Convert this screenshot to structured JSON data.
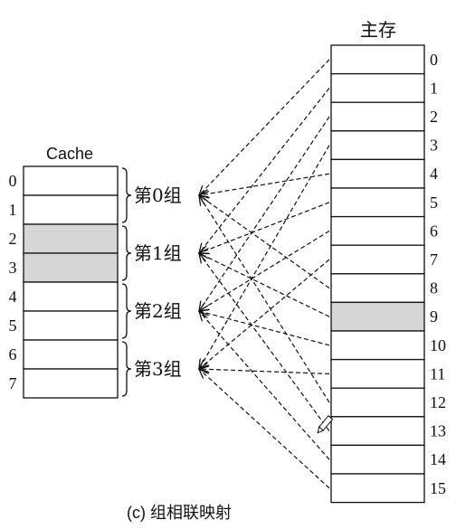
{
  "cache": {
    "title": "Cache",
    "row_labels": [
      "0",
      "1",
      "2",
      "3",
      "4",
      "5",
      "6",
      "7"
    ],
    "highlighted_rows": [
      2,
      3
    ]
  },
  "groups": [
    "第0组",
    "第1组",
    "第2组",
    "第3组"
  ],
  "memory": {
    "title": "主存",
    "row_labels": [
      "0",
      "1",
      "2",
      "3",
      "4",
      "5",
      "6",
      "7",
      "8",
      "9",
      "10",
      "11",
      "12",
      "13",
      "14",
      "15"
    ],
    "highlighted_rows": [
      9
    ]
  },
  "mapping": {
    "rule": "block_mod_groups",
    "group_count": 4
  },
  "caption": "(c) 组相联映射",
  "colors": {
    "highlight": "#d6d6d6",
    "line": "#111111",
    "background": "#ffffff"
  }
}
